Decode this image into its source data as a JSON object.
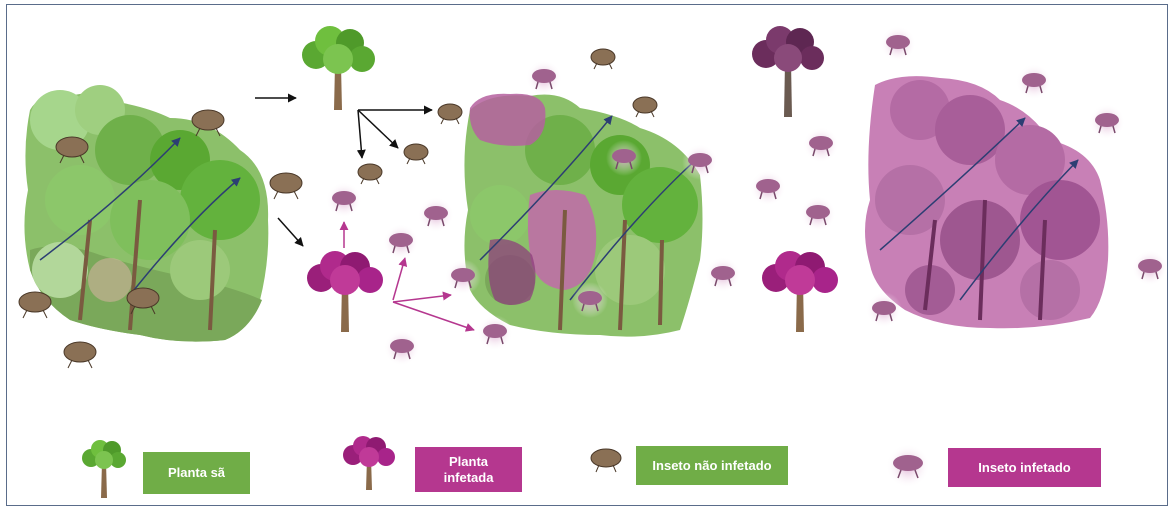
{
  "legend": {
    "healthy_plant": "Planta sã",
    "infected_plant_line1": "Planta",
    "infected_plant_line2": "infetada",
    "uninfected_insect": "Inseto não infetado",
    "infected_insect": "Inseto infetado"
  },
  "colors": {
    "healthy_green": "#70ad47",
    "infected_magenta": "#b5378f",
    "tree_crown_healthy": "#5aa832",
    "tree_crown_infected": "#9a1f7a",
    "tree_crown_dark_infected": "#6b2d5c",
    "insect_brown": "#8a7055",
    "insect_infected": "#a0628e",
    "arrow_black": "#111111",
    "arrow_magenta": "#b5378f",
    "arrow_navy": "#2c3e73"
  },
  "icons": [
    "healthy-tree-icon",
    "infected-tree-icon",
    "uninfected-insect-icon",
    "infected-insect-icon",
    "forest-healthy",
    "forest-partially-infected",
    "forest-fully-infected"
  ]
}
